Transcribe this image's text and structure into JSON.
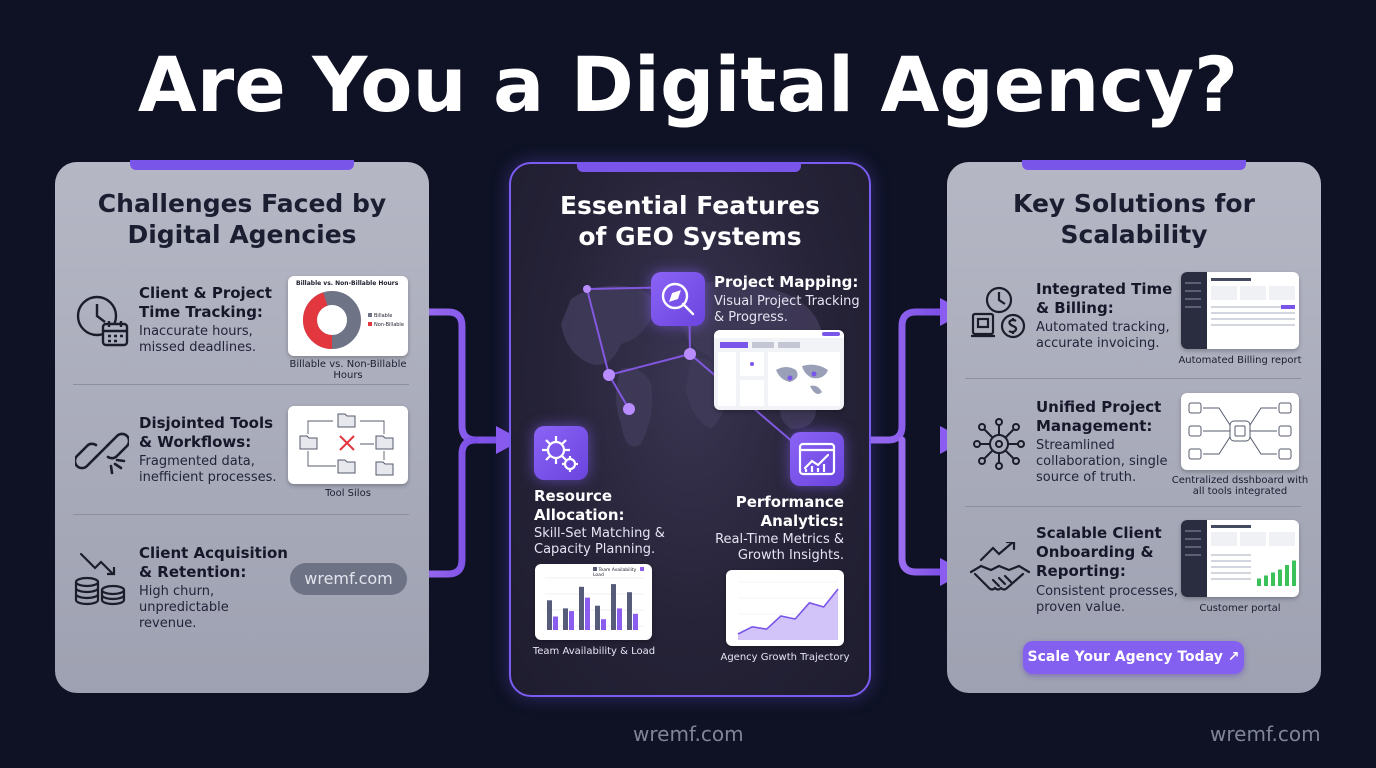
{
  "title": "Are You a Digital Agency?",
  "left_panel": {
    "title": "Challenges Faced by Digital Agencies",
    "items": [
      {
        "title": "Client & Project Time Tracking:",
        "desc": "Inaccurate hours, missed deadlines.",
        "icon": "clock-calendar-icon",
        "card_title": "Billable vs. Non-Billable Hours",
        "legend": [
          "Billable",
          "Non-Billable"
        ],
        "billable_fraction": 0.45,
        "caption": "Billable vs. Non-Billable Hours"
      },
      {
        "title": "Disjointed Tools & Workflows:",
        "desc": "Fragmented data, inefficient processes.",
        "icon": "broken-link-icon",
        "caption": "Tool Silos"
      },
      {
        "title": "Client Acquisition & Retention:",
        "desc": "High churn, unpredictable revenue.",
        "icon": "coins-down-icon",
        "pill": "wremf.com"
      }
    ]
  },
  "center_panel": {
    "title": "Essential Features of GEO Systems",
    "features": [
      {
        "title": "Project Mapping:",
        "desc": "Visual Project Tracking & Progress.",
        "icon": "compass-search-icon"
      },
      {
        "title": "Resource Allocation:",
        "desc": "Skill-Set Matching & Capacity Planning.",
        "icon": "gears-icon",
        "card_legend": [
          "Team Availability",
          "Load"
        ],
        "bars": [
          {
            "a": 0.55,
            "b": 0.25
          },
          {
            "a": 0.4,
            "b": 0.35
          },
          {
            "a": 0.8,
            "b": 0.6
          },
          {
            "a": 0.45,
            "b": 0.2
          },
          {
            "a": 0.85,
            "b": 0.4
          },
          {
            "a": 0.7,
            "b": 0.3
          }
        ],
        "caption": "Team Availability & Load"
      },
      {
        "title": "Performance Analytics:",
        "desc": "Real-Time Metrics & Growth Insights.",
        "icon": "analytics-chart-icon",
        "growth": [
          0.1,
          0.22,
          0.18,
          0.4,
          0.35,
          0.62,
          0.55,
          0.85
        ],
        "caption": "Agency Growth Trajectory"
      }
    ]
  },
  "right_panel": {
    "title": "Key Solutions for Scalability",
    "items": [
      {
        "title": "Integrated Time & Billing:",
        "desc": "Automated tracking, accurate invoicing.",
        "icon": "clock-billing-icon",
        "caption": "Automated Billing report"
      },
      {
        "title": "Unified Project Management:",
        "desc": "Streamlined collaboration, single source of truth.",
        "icon": "hub-network-icon",
        "caption": "Centralized dsshboard with all tools integrated"
      },
      {
        "title": "Scalable Client Onboarding & Reporting:",
        "desc": "Consistent processes, proven value.",
        "icon": "handshake-growth-icon",
        "caption": "Customer portal",
        "green_bars": [
          0.25,
          0.35,
          0.45,
          0.55,
          0.7,
          0.85
        ]
      }
    ],
    "cta": "Scale Your Agency Today ↗"
  },
  "footer": {
    "center_mark": "wremf.com",
    "right_mark": "wremf.com"
  },
  "colors": {
    "accent": "#7a55ea",
    "background": "#0e1224",
    "panel": "#aeb1c0",
    "red": "#e2373f",
    "green": "#3cc25a"
  }
}
